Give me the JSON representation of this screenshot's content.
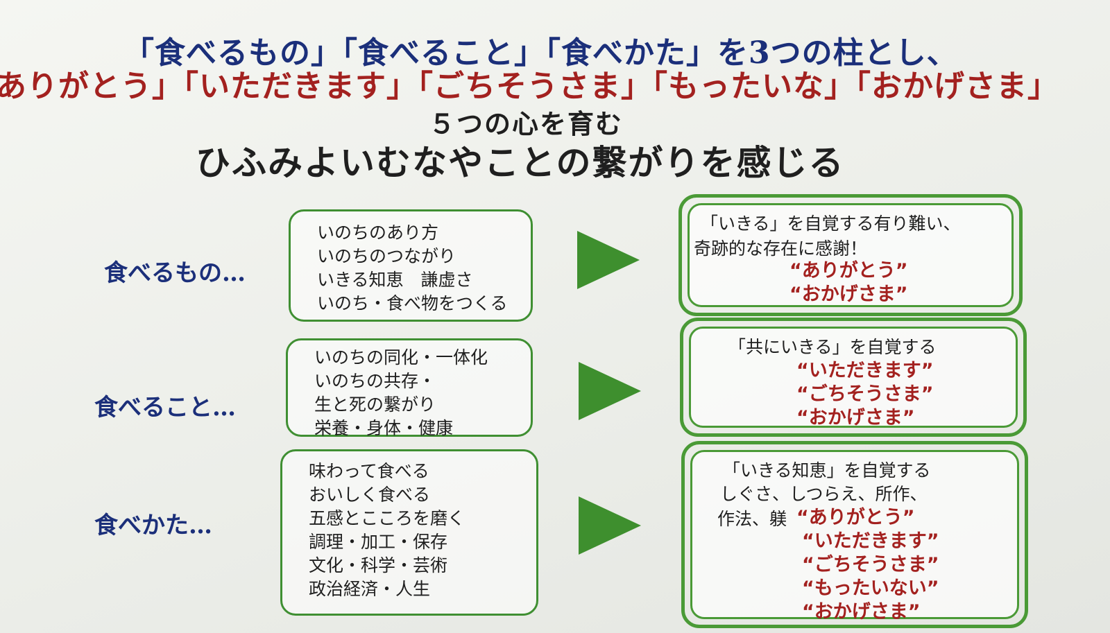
{
  "header": {
    "line1": "「食べるもの」「食べること」「食べかた」を3つの柱とし、",
    "line2_red": "ありがとう」「いただきます」「ごちそうさま」「もったいな」「おかげさま」",
    "line3": "５つの心を育む",
    "line4": "ひふみよいむなやことの繋がりを感じる"
  },
  "rows": [
    {
      "label": "食べるもの…",
      "items": [
        "いのちのあり方",
        "いのちのつながり",
        "いきる知恵　謙虚さ",
        "いのち・食べ物をつくる"
      ],
      "result_text": [
        "「いきる」を自覚する有り難い、",
        "奇跡的な存在に感謝！"
      ],
      "result_red": [
        "“ありがとう”",
        "“おかげさま”"
      ]
    },
    {
      "label": "食べること…",
      "items": [
        "いのちの同化・一体化",
        "いのちの共存・",
        "生と死の繋がり",
        "栄養・身体・健康"
      ],
      "result_text": [
        "「共にいきる」を自覚する"
      ],
      "result_red": [
        "“いただきます”",
        "“ごちそうさま”",
        "“おかげさま”"
      ]
    },
    {
      "label": "食べかた…",
      "items": [
        "味わって食べる",
        "おいしく食べる",
        "五感とこころを磨く",
        "調理・加工・保存",
        "文化・科学・芸術",
        "政治経済・人生"
      ],
      "result_text": [
        "「いきる知恵」を自覚する",
        "しぐさ、しつらえ、所作、",
        "作法、躾"
      ],
      "result_red": [
        "“ありがとう”",
        "“いただきます”",
        "“ごちそうさま”",
        "“もったいない”",
        "“おかげさま”"
      ]
    }
  ],
  "colors": {
    "blue": "#1b2f7a",
    "red": "#a3211f",
    "green": "#3e8f2e"
  },
  "icons": {
    "arrow": "play-triangle-icon"
  }
}
